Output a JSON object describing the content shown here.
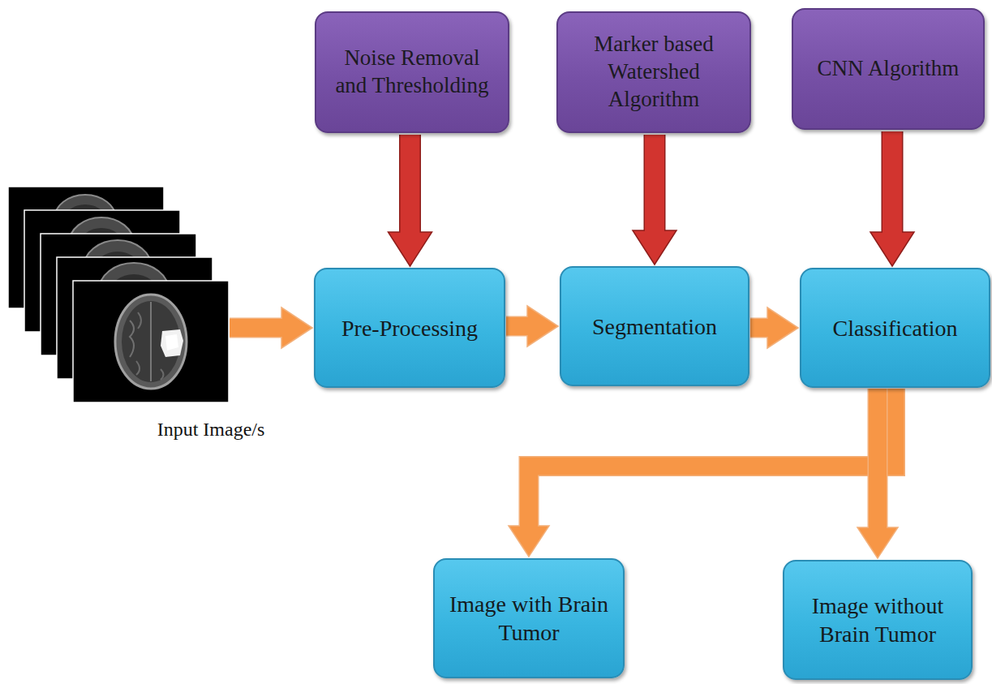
{
  "diagram": {
    "nodes": [
      {
        "text": [
          "Noise Removal and Thresholding"
        ]
      },
      {
        "text": [
          "Marker based Watershed Algorithm"
        ]
      },
      {
        "text": [
          "CNN Algorithm"
        ]
      },
      {
        "text": [
          "Input Image/s"
        ]
      },
      {
        "text": [
          "Pre-Processing"
        ]
      },
      {
        "text": [
          "Segmentation"
        ]
      },
      {
        "text": [
          "Classification"
        ]
      },
      {
        "text": [
          "Image with Brain Tumor"
        ]
      },
      {
        "text": [
          "Image without Brain Tumor"
        ]
      }
    ],
    "edges": [
      {
        "from": 0,
        "to": 4,
        "arrow": "to"
      },
      {
        "from": 1,
        "to": 5,
        "arrow": "to"
      },
      {
        "from": 2,
        "to": 6,
        "arrow": "to"
      },
      {
        "from": 3,
        "to": 4,
        "arrow": "to"
      },
      {
        "from": 4,
        "to": 5,
        "arrow": "to"
      },
      {
        "from": 5,
        "to": 6,
        "arrow": "to"
      },
      {
        "from": 6,
        "to": 7,
        "arrow": "to"
      },
      {
        "from": 6,
        "to": 8,
        "arrow": "to"
      }
    ]
  }
}
